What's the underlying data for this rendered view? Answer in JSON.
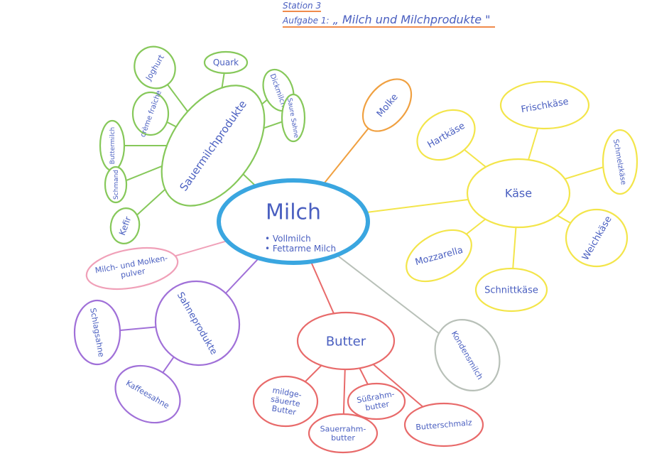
{
  "header": {
    "station": "Station 3",
    "task_prefix": "Aufgabe 1:",
    "task_title": "„ Milch und Milchprodukte \""
  },
  "colors": {
    "ink": "#4a5fc0",
    "milch": "#3aa6e0",
    "green": "#86c85a",
    "orange": "#f0a040",
    "yellow": "#f3e54a",
    "pink": "#f0a0b8",
    "purple": "#a070d8",
    "red": "#e86a6a",
    "gray": "#b8c0b8"
  },
  "nodes": [
    {
      "id": "milch",
      "label": "Milch",
      "sub": [
        "• Vollmilch",
        "• Fettarme Milch"
      ],
      "color": "milch"
    },
    {
      "id": "sauer",
      "label": "Sauermilchprodukte",
      "color": "green",
      "parent": "milch"
    },
    {
      "id": "joghurt",
      "label": "Joghurt",
      "color": "green",
      "parent": "sauer"
    },
    {
      "id": "quark",
      "label": "Quark",
      "color": "green",
      "parent": "sauer"
    },
    {
      "id": "dickmilch",
      "label": "Dickmilch",
      "color": "green",
      "parent": "sauer"
    },
    {
      "id": "sauresahne",
      "label": "Saure Sahne",
      "color": "green",
      "parent": "sauer"
    },
    {
      "id": "creme",
      "label": "crème fraîche",
      "color": "green",
      "parent": "sauer"
    },
    {
      "id": "buttermilch",
      "label": "Buttermilch",
      "color": "green",
      "parent": "sauer"
    },
    {
      "id": "schmand",
      "label": "Schmand",
      "color": "green",
      "parent": "sauer"
    },
    {
      "id": "kefir",
      "label": "Kefir",
      "color": "green",
      "parent": "sauer"
    },
    {
      "id": "molke",
      "label": "Molke",
      "color": "orange",
      "parent": "milch"
    },
    {
      "id": "kaese",
      "label": "Käse",
      "color": "yellow",
      "parent": "milch"
    },
    {
      "id": "frischkaese",
      "label": "Frischkäse",
      "color": "yellow",
      "parent": "kaese"
    },
    {
      "id": "hartkaese",
      "label": "Hartkäse",
      "color": "yellow",
      "parent": "kaese"
    },
    {
      "id": "schmelzkaese",
      "label": "Schmelzkäse",
      "color": "yellow",
      "parent": "kaese"
    },
    {
      "id": "weichkaese",
      "label": "Weichkäse",
      "color": "yellow",
      "parent": "kaese"
    },
    {
      "id": "mozzarella",
      "label": "Mozzarella",
      "color": "yellow",
      "parent": "kaese"
    },
    {
      "id": "schnittkaese",
      "label": "Schnittkäse",
      "color": "yellow",
      "parent": "kaese"
    },
    {
      "id": "pulver",
      "label": "Milch- und Molken-",
      "label2": "pulver",
      "color": "pink",
      "parent": "milch"
    },
    {
      "id": "sahne",
      "label": "Sahneprodukte",
      "color": "purple",
      "parent": "milch"
    },
    {
      "id": "schlagsahne",
      "label": "Schlagsahne",
      "color": "purple",
      "parent": "sahne"
    },
    {
      "id": "kaffeesahne",
      "label": "Kaffeesahne",
      "color": "purple",
      "parent": "sahne"
    },
    {
      "id": "butter",
      "label": "Butter",
      "color": "red",
      "parent": "milch"
    },
    {
      "id": "mildgesaeuert",
      "label": "mildge-",
      "label2": "säuerte",
      "label3": "Butter",
      "color": "red",
      "parent": "butter"
    },
    {
      "id": "sauerrahm",
      "label": "Sauerrahm-",
      "label2": "butter",
      "color": "red",
      "parent": "butter"
    },
    {
      "id": "suessrahm",
      "label": "Süßrahm-",
      "label2": "butter",
      "color": "red",
      "parent": "butter"
    },
    {
      "id": "butterschmalz",
      "label": "Butterschmalz",
      "color": "red",
      "parent": "butter"
    },
    {
      "id": "kondensmilch",
      "label": "Kondensmilch",
      "color": "gray",
      "parent": "milch"
    }
  ]
}
